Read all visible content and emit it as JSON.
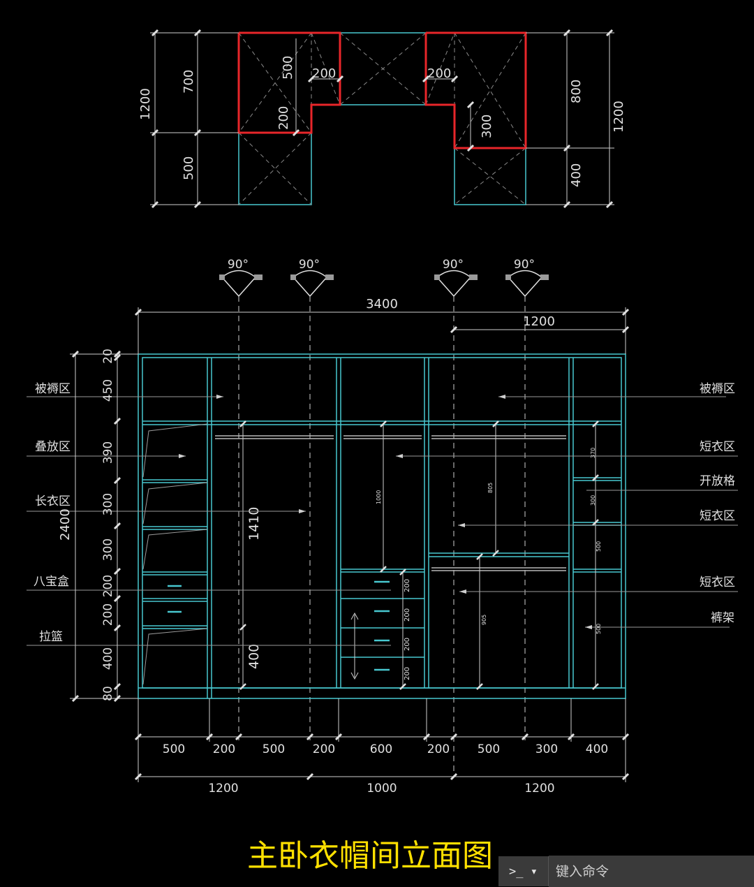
{
  "colors": {
    "cyan": "#48c8d0",
    "red": "#e8262a",
    "white": "#e0e0e0",
    "gray": "#9a9a9a",
    "title": "#ffe000"
  },
  "title": "主卧衣帽间立面图",
  "plan": {
    "dims_left": [
      "1200",
      "700",
      "500"
    ],
    "dims_right": [
      "1200",
      "800",
      "400"
    ],
    "inner": [
      "500",
      "200",
      "200",
      "200",
      "300"
    ]
  },
  "angles": [
    "90°",
    "90°",
    "90°",
    "90°"
  ],
  "top_dims": {
    "overall": "3400",
    "right": "1200"
  },
  "left_dims": {
    "overall": "2400",
    "segments": [
      "20",
      "450",
      "390",
      "300",
      "300",
      "200",
      "200",
      "400",
      "80"
    ]
  },
  "left_labels": [
    "被褥区",
    "叠放区",
    "长衣区",
    "八宝盒",
    "拉篮"
  ],
  "right_labels": [
    "被褥区",
    "短衣区",
    "开放格",
    "短衣区",
    "短衣区",
    "裤架"
  ],
  "interior_dims": {
    "col2_top": "1410",
    "col2_bottom": "400",
    "col3_hang": "1000",
    "col3_drawers": [
      "200",
      "200",
      "200",
      "200"
    ],
    "col4_upper": "805",
    "col4_lower": "905",
    "col5": [
      "370",
      "300",
      "500",
      "500"
    ]
  },
  "bottom_dims": {
    "row1": [
      "500",
      "200",
      "500",
      "200",
      "600",
      "200",
      "500",
      "300",
      "400"
    ],
    "row2": [
      "1200",
      "1000",
      "1200"
    ]
  },
  "command_bar": {
    "prompt": ">_ ▾",
    "placeholder": "键入命令"
  }
}
